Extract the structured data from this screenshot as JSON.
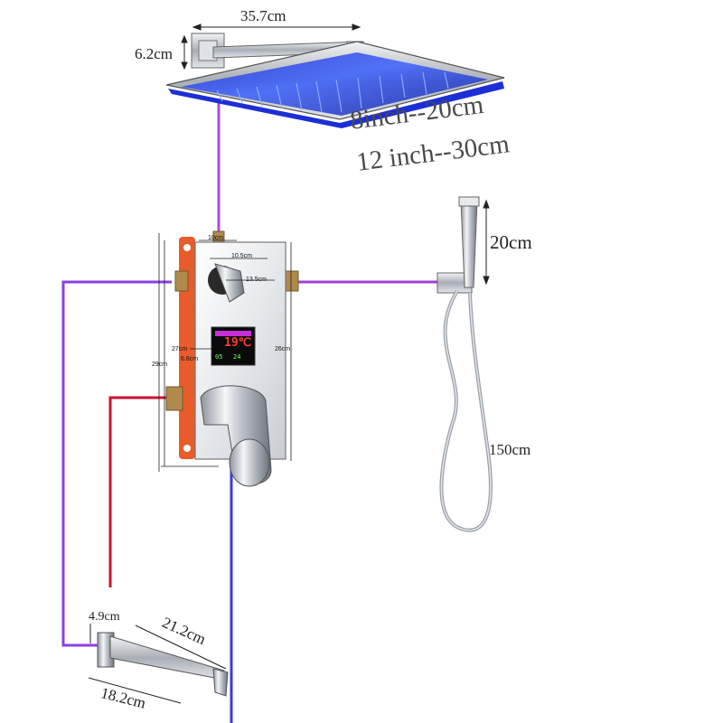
{
  "dimensions": {
    "arm_length": "35.7cm",
    "arm_base": "6.2cm",
    "head_size_small": "8inch--20cm",
    "head_size_large": "12 inch--30cm",
    "hand_shower_length": "20cm",
    "hose_length": "150cm",
    "spout_height": "4.9cm",
    "spout_diagonal": "21.2cm",
    "spout_length": "18.2cm"
  },
  "valve_box": {
    "top_width": "10cm",
    "inner_width": "10.5cm",
    "knob_span": "13.5cm",
    "inner_height": "27cm",
    "outer_height": "29cm",
    "right_height": "26cm",
    "panel_offset": "6.8cm"
  },
  "display": {
    "temperature": "19℃",
    "readout_left": "05",
    "readout_right": "24"
  },
  "colors": {
    "pipe_cold": "#3b3bd6",
    "pipe_purple": "#a040d0",
    "pipe_hot": "#d01030",
    "chrome": "#c8ccd2",
    "bracket_orange": "#e85b2a",
    "led_blue": "#2a4cff"
  }
}
